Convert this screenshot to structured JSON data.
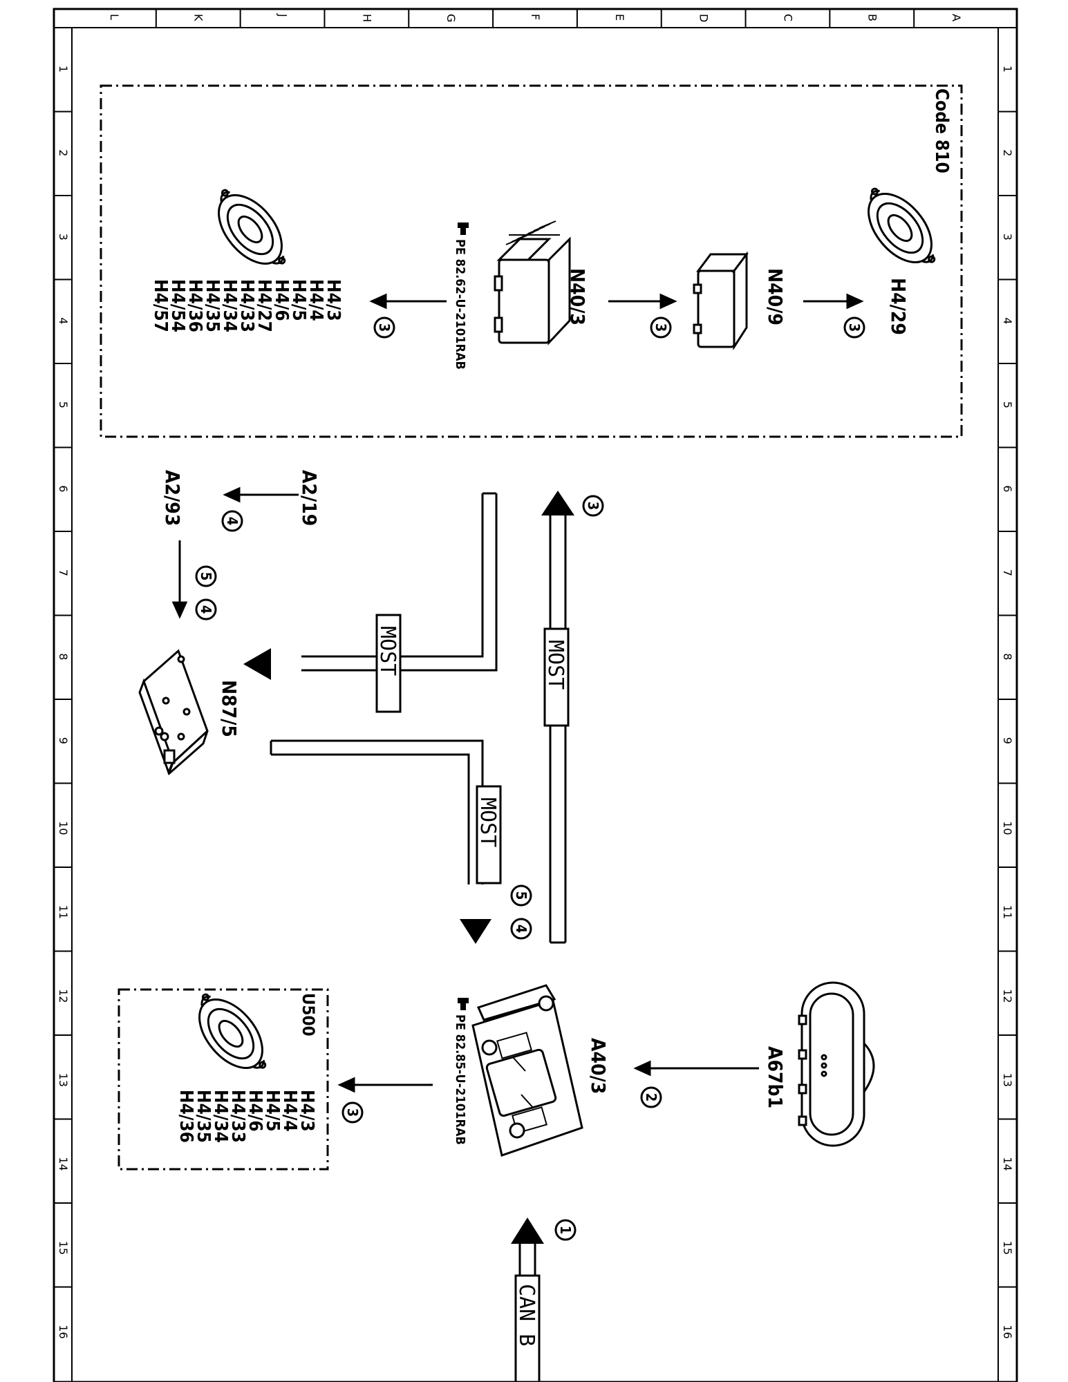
{
  "ruler": {
    "columns": [
      "L",
      "K",
      "J",
      "H",
      "G",
      "F",
      "E",
      "D",
      "C",
      "B",
      "A"
    ],
    "rows": [
      "1",
      "2",
      "3",
      "4",
      "5",
      "6",
      "7",
      "8",
      "9",
      "10",
      "11",
      "12",
      "13",
      "14",
      "15",
      "16"
    ]
  },
  "code_box": {
    "label": "Code 810"
  },
  "u500_box": {
    "label": "U500"
  },
  "components": {
    "h4_29": "H4/29",
    "n40_9": "N40/9",
    "n40_3": "N40/3",
    "pe_8262": "PE 82.62-U-2101RAB",
    "a2_19": "A2/19",
    "a2_93": "A2/93",
    "n87_5": "N87/5",
    "a67b1": "A67b1",
    "a40_3": "A40/3",
    "pe_8285": "PE 82.85-U-2101RAB"
  },
  "speaker_list_top": [
    "H4/3",
    "H4/4",
    "H4/5",
    "H4/6",
    "H4/27",
    "H4/33",
    "H4/34",
    "H4/35",
    "H4/36",
    "H4/54",
    "H4/57"
  ],
  "speaker_list_bottom": [
    "H4/3",
    "H4/4",
    "H4/5",
    "H4/6",
    "H4/33",
    "H4/34",
    "H4/35",
    "H4/36"
  ],
  "buses": {
    "most": "MOST",
    "can_b": "CAN B"
  },
  "markers": {
    "m1": "1",
    "m2": "2",
    "m3": "3",
    "m4": "4",
    "m5": "5"
  }
}
